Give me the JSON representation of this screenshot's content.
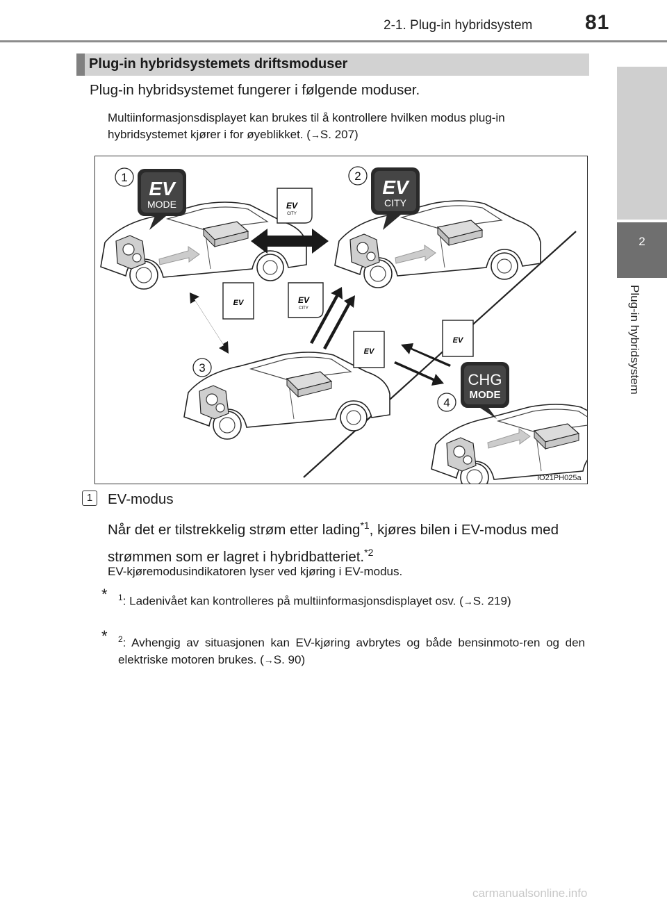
{
  "header": {
    "section": "2-1. Plug-in hybridsystem",
    "page_number": "81"
  },
  "side_tab": {
    "chapter_number": "2",
    "chapter_title": "Plug-in hybridsystem"
  },
  "heading": "Plug-in hybridsystemets driftsmoduser",
  "intro": "Plug-in hybridsystemet fungerer i følgende moduser.",
  "note": {
    "text": "Multiinformasjonsdisplayet kan brukes til å kontrollere hvilken modus plug-in hybridsystemet kjører i for øyeblikket. (",
    "arrow": "→",
    "ref": "S. 207)"
  },
  "figure": {
    "code": "IO21PH025a",
    "callouts": [
      "1",
      "2",
      "3",
      "4"
    ],
    "badges": {
      "ev_mode": {
        "line1": "EV",
        "line2": "MODE"
      },
      "ev_city": {
        "line1": "EV",
        "line2": "CITY"
      },
      "chg_mode": {
        "line1": "CHG",
        "line2": "MODE"
      },
      "small_ev": "EV",
      "small_city": "CITY"
    }
  },
  "item1": {
    "number": "1",
    "title": "EV-modus",
    "body_a": "Når det er tilstrekkelig strøm etter lading",
    "sup1": "*1",
    "body_b": ", kjøres bilen i EV-modus med strømmen som er lagret i hybridbatteriet.",
    "sup2": "*2",
    "note": "EV-kjøremodusindikatoren lyser ved kjøring i EV-modus."
  },
  "footnotes": [
    {
      "star": "*",
      "index": "1",
      "text": ": Ladenivået kan kontrolleres på multiinformasjonsdisplayet osv. (",
      "arrow": "→",
      "ref": "S. 219)"
    },
    {
      "star": "*",
      "index": "2",
      "text": ": Avhengig av situasjonen kan EV-kjøring avbrytes og både bensinmoto-ren og den elektriske motoren brukes. (",
      "arrow": "→",
      "ref": "S. 90)"
    }
  ],
  "watermark": "carmanualsonline.info"
}
